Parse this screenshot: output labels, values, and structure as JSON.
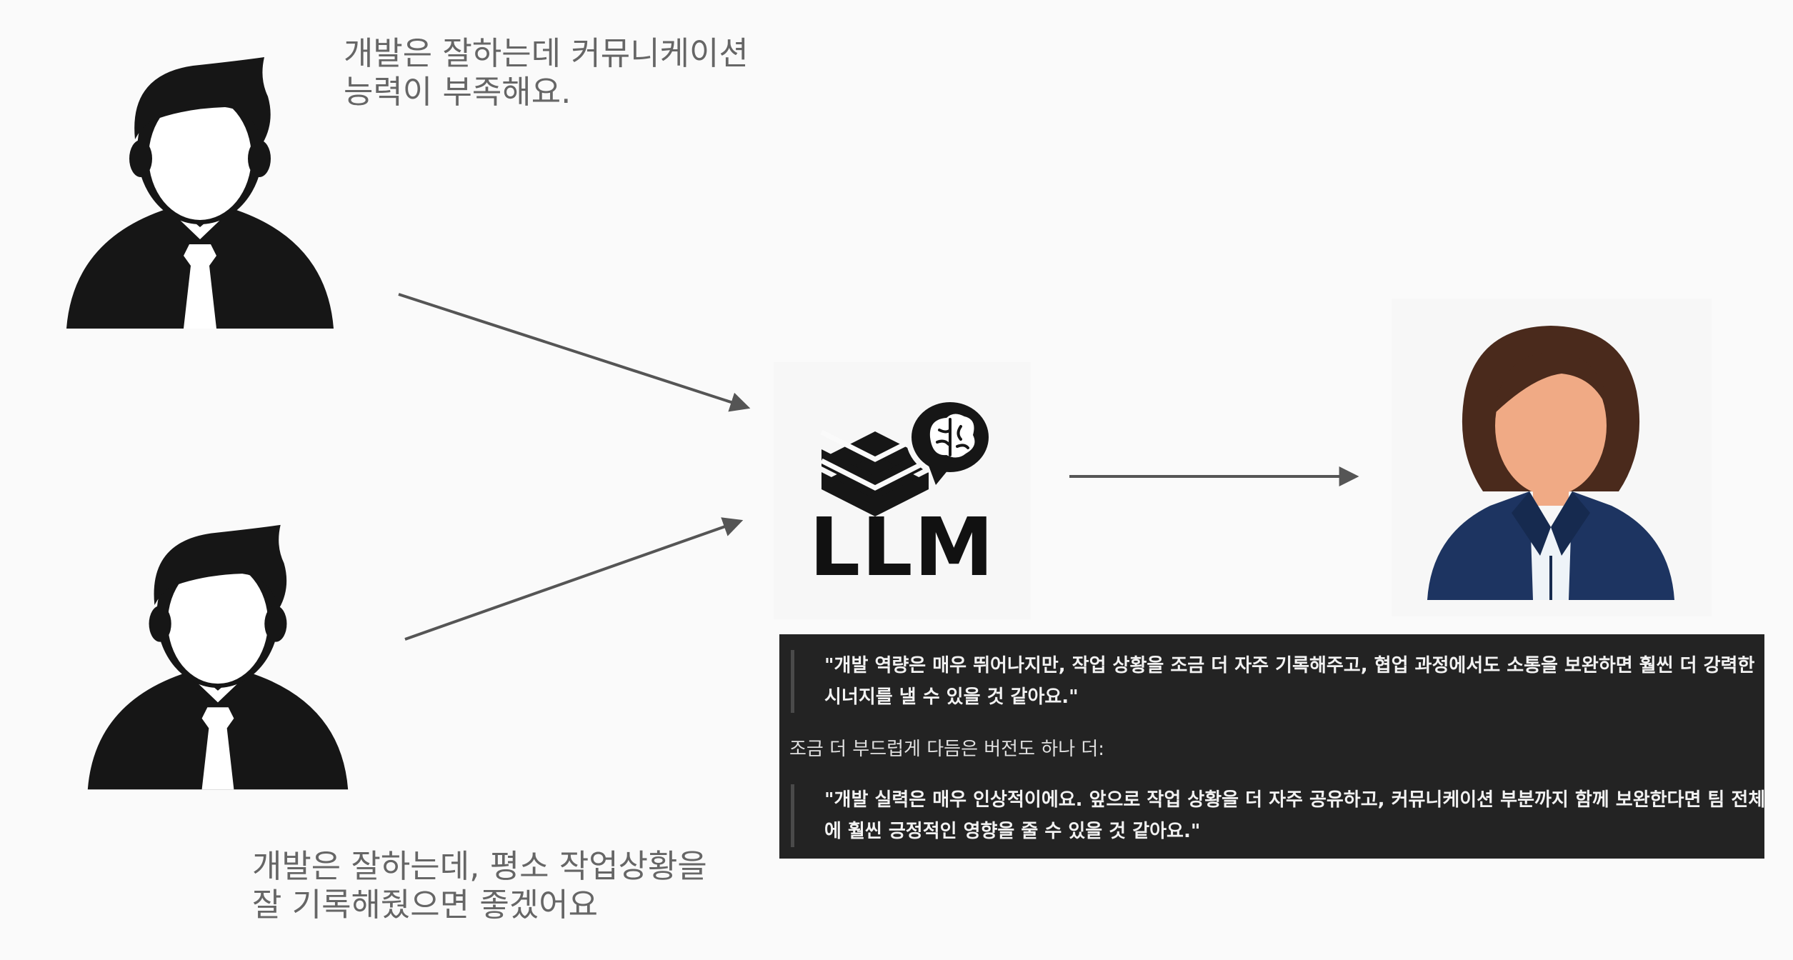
{
  "feedback": {
    "top_lines": [
      "개발은 잘하는데 커뮤니케이션",
      "능력이 부족해요."
    ],
    "bottom_lines": [
      "개발은 잘하는데, 평소 작업상황을",
      "잘 기록해줬으면 좋겠어요"
    ]
  },
  "llm": {
    "label": "LLM",
    "icon": "stack-brain-chat-icon"
  },
  "output": {
    "quote1_lines": [
      "\"개발 역량은 매우 뛰어나지만, 작업 상황을 조금 더 자주 기록해주고, 협업 과정에서도 소통을 보완하면 훨씬 더 강력한",
      "시너지를 낼 수 있을 것 같아요.\""
    ],
    "intro": "조금 더 부드럽게 다듬은 버전도 하나 더:",
    "quote2_lines": [
      "\"개발 실력은 매우 인상적이에요. 앞으로 작업 상황을 더 자주 공유하고, 커뮤니케이션 부분까지 함께 보완한다면 팀 전체",
      "에 훨씬 긍정적인 영향을 줄 수 있을 것 같아요.\""
    ]
  },
  "colors": {
    "figure": "#161616",
    "arrow": "#555555",
    "hair": "#4a2a1c",
    "skin": "#f0aa85",
    "jacket": "#1d3461",
    "panel": "#232323"
  }
}
